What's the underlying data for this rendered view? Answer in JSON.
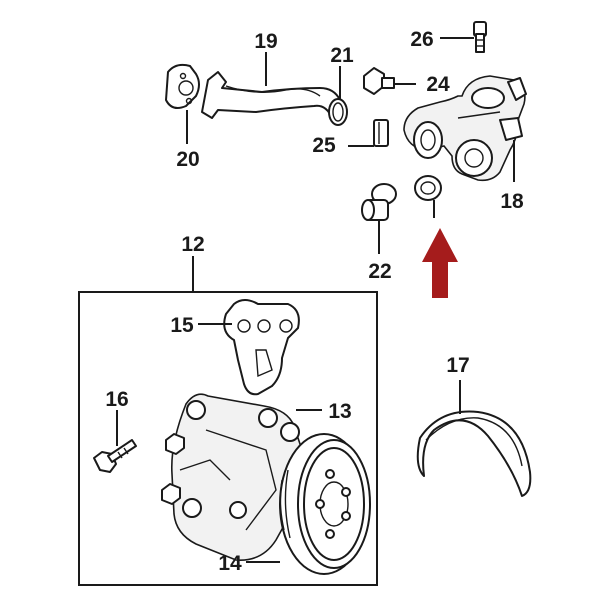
{
  "callouts": {
    "c12": "12",
    "c13": "13",
    "c14": "14",
    "c15": "15",
    "c16": "16",
    "c17": "17",
    "c18": "18",
    "c19": "19",
    "c20": "20",
    "c21": "21",
    "c22": "22",
    "c24": "24",
    "c25": "25",
    "c26": "26"
  },
  "colors": {
    "line": "#1a1a1a",
    "highlight_arrow": "#a51c1c",
    "background": "#ffffff"
  }
}
